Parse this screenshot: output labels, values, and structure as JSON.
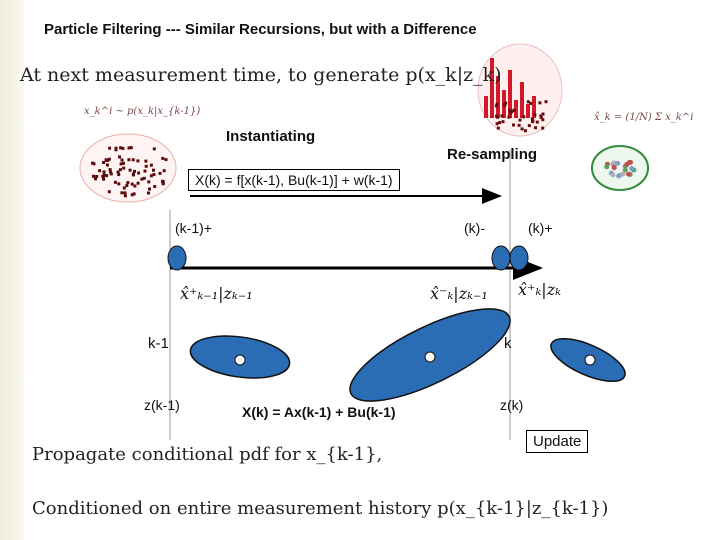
{
  "title": "Particle Filtering --- Similar Recursions, but with a Difference",
  "top_text": "At next measurement time, to generate p(x_k|z_k)",
  "sample_formula": "x_k^i ~ p(x_k|x_{k-1})",
  "mean_formula": "x̂_k = (1/N) Σ x_k^i",
  "labels": {
    "instantiating": "Instantiating",
    "resampling": "Re-sampling",
    "process_model": "X(k) = f[x(k-1), Bu(k-1)] + w(k-1)",
    "km1_plus": "(k-1)+",
    "k_minus": "(k)-",
    "k_plus": "(k)+",
    "est_km1": "x̂⁺ₖ₋₁|zₖ₋₁",
    "est_k_minus": "x̂⁻ₖ|zₖ₋₁",
    "est_k_plus": "x̂⁺ₖ|zₖ",
    "k_minus_1": "k-1",
    "k": "k",
    "z_km1": "z(k-1)",
    "z_k": "z(k)",
    "propagation": "X(k) = Ax(k-1) + Bu(k-1)",
    "update": "Update"
  },
  "bottom_text": {
    "line1": "Propagate conditional pdf for x_{k-1},",
    "line2": "Conditioned on entire measurement history p(x_{k-1}|z_{k-1})"
  },
  "colors": {
    "ellipse": "#2a6db5",
    "particles": "#5a0a0a",
    "histogram": "#d4182a",
    "green_ring": "#2f8a3a"
  }
}
